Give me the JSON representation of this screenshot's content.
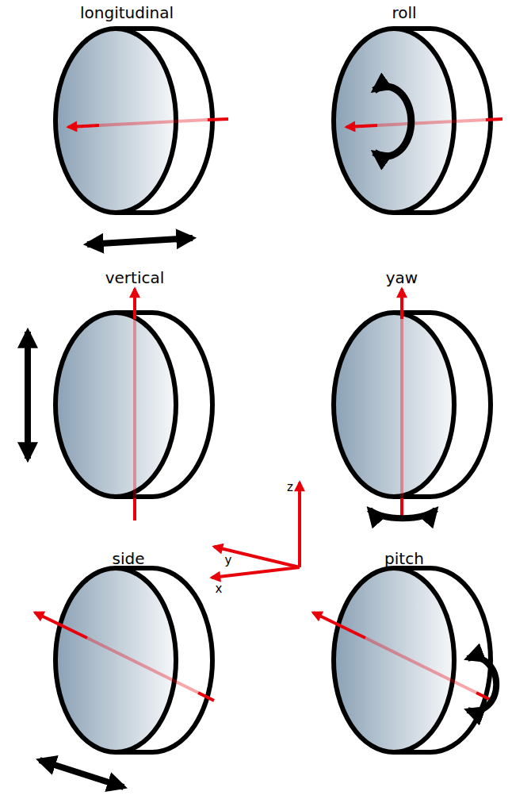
{
  "diagram": {
    "labels": [
      "longitudinal",
      "roll",
      "vertical",
      "yaw",
      "z",
      "y",
      "x",
      "side",
      "pitch"
    ]
  }
}
